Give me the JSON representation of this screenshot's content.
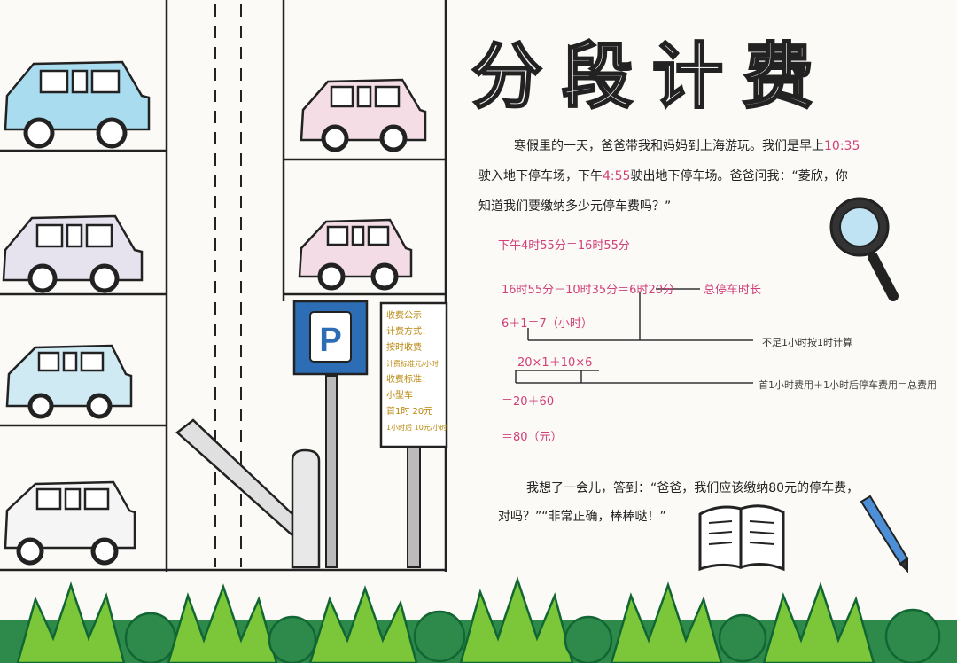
{
  "title": "分段计费",
  "story": {
    "line1a": "寒假里的一天，爸爸带我和妈妈到上海游玩。我们是早上",
    "time_in": "10:35",
    "line2a": "驶入地下停车场，下午",
    "time_out": "4:55",
    "line2b": "驶出地下停车场。爸爸问我：“菱欣，你",
    "line3": "知道我们要缴纳多少元停车费吗？”"
  },
  "calculation": {
    "step1": "下午4时55分＝16时55分",
    "step2": "16时55分－10时35分＝6时20分",
    "step2_note": "总停车时长",
    "step3": "6＋1＝7（小时）",
    "step3_note": "不足1小时按1时计算",
    "step4": "20×1＋10×6",
    "step4_note": "首1小时费用＋1小时后停车费用＝总费用",
    "step5": "＝20＋60",
    "step6": "＝80（元）"
  },
  "answer": {
    "line1": "我想了一会儿，答到：“爸爸，我们应该缴纳80元的停车费，",
    "line2": "对吗？”“非常正确，棒棒哒！”"
  },
  "parking_sign": {
    "letter": "P",
    "lines": [
      "收费公示",
      "计费方式：",
      "按时收费",
      "计费标准元/小时",
      "收费标准：",
      "小型车",
      "首1时 20元",
      "1小时后 10元/小时"
    ]
  },
  "colors": {
    "car_blue": "#a9dcef",
    "car_pink": "#f5dde6",
    "sign_blue": "#2d6db5",
    "calc_pink": "#d0407a",
    "grass_green": "#7cc63a",
    "bush_green": "#2e8a4a"
  }
}
